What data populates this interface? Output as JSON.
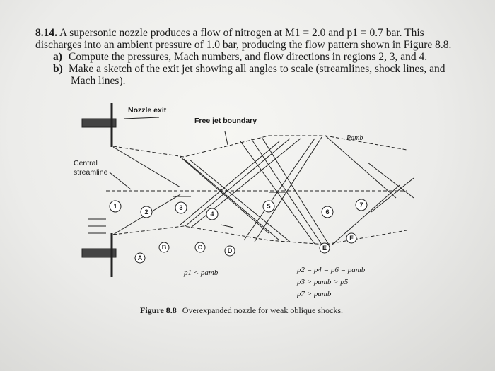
{
  "problem": {
    "number": "8.14.",
    "line1": "A supersonic nozzle produces a flow of nitrogen at M1 = 2.0 and p1 = 0.7 bar. This",
    "line2": "discharges into an ambient pressure of 1.0 bar, producing the flow pattern shown in Figure 8.8.",
    "part_a_label": "a)",
    "part_a": "Compute the pressures, Mach numbers, and flow directions in regions 2, 3, and 4.",
    "part_b_label": "b)",
    "part_b_line1": "Make a sketch of the exit jet showing all angles to scale (streamlines, shock lines, and",
    "part_b_line2": "Mach lines)."
  },
  "figure": {
    "nozzle_exit_label": "Nozzle exit",
    "free_jet_label": "Free jet boundary",
    "central_label": "Central",
    "streamline_label": "streamline",
    "pamb_label": "Pamb",
    "region_numbers": [
      "1",
      "2",
      "3",
      "4",
      "5",
      "6",
      "7"
    ],
    "point_letters": [
      "A",
      "B",
      "C",
      "D",
      "E",
      "F"
    ],
    "relation_p1": "p1 < pamb",
    "relation_1": "p2 = p4 = p6 = pamb",
    "relation_2": "p3 > pamb > p5",
    "relation_3": "p7 > pamb",
    "caption_label": "Figure 8.8",
    "caption_text": "Overexpanded nozzle for weak oblique shocks."
  }
}
